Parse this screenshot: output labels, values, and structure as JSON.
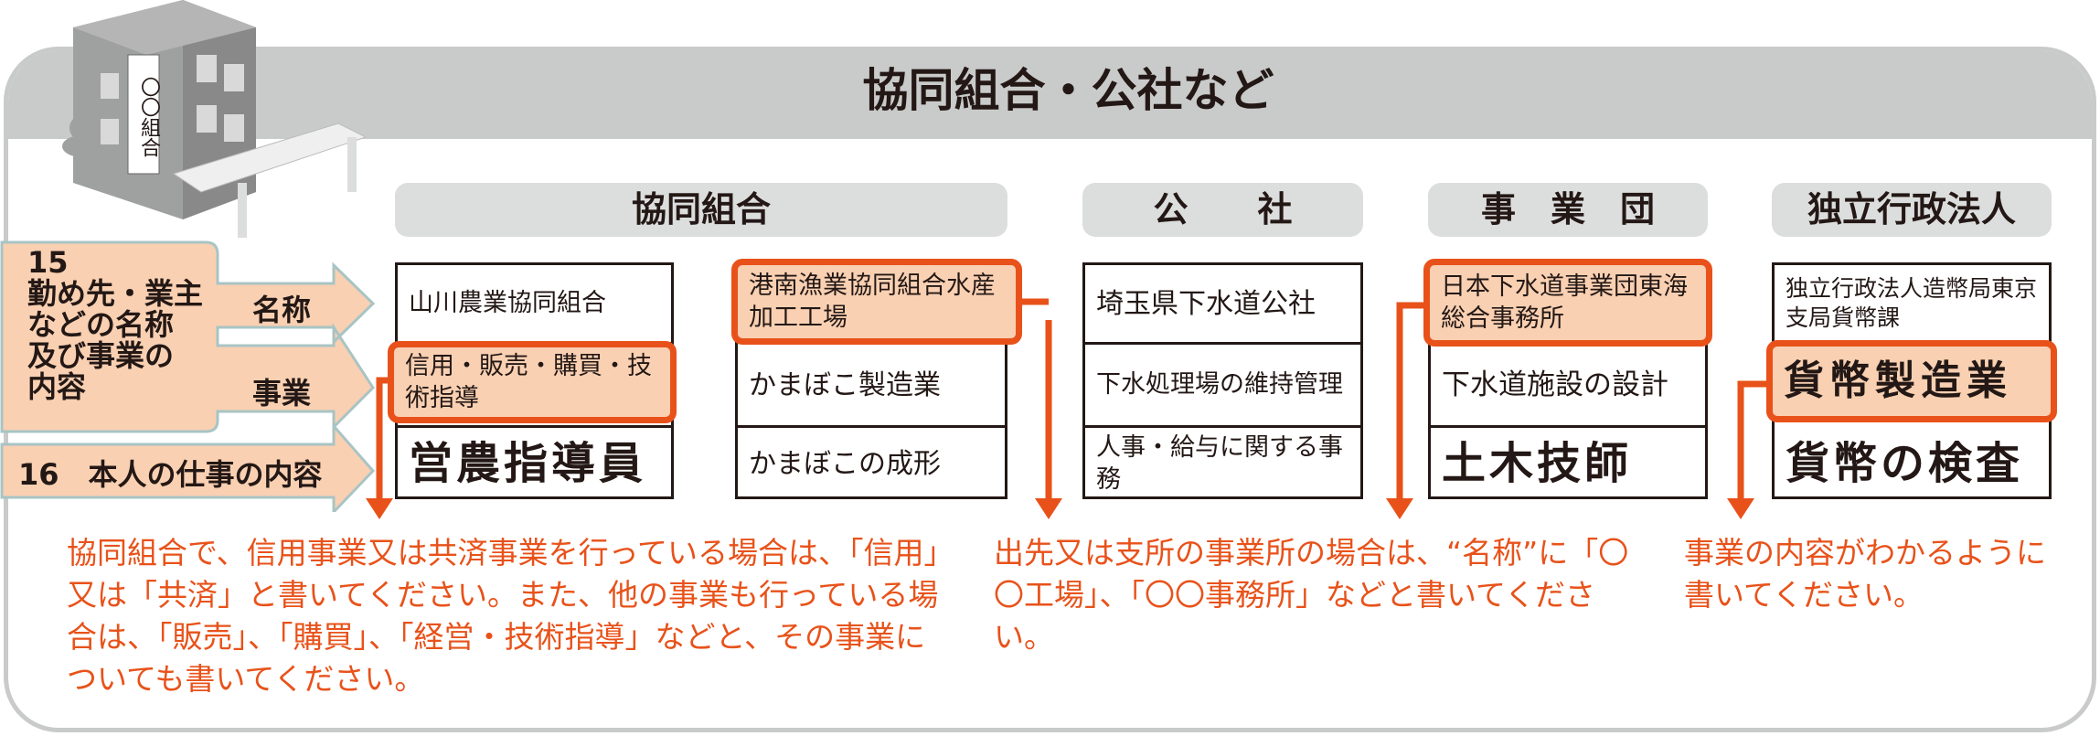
{
  "title": "協同組合・公社など",
  "building_sign": "〇〇組合",
  "left_labels": {
    "q15": "15\n勤め先・業主\nなどの名称\n及び事業の\n内容",
    "name_arrow": "名称",
    "business_arrow": "事業",
    "q16": "16　本人の仕事の内容"
  },
  "sections": [
    {
      "header": "協同組合"
    },
    {
      "header": "公　　社"
    },
    {
      "header": "事　業　団"
    },
    {
      "header": "独立行政法人"
    }
  ],
  "examples": [
    {
      "name": "山川農業協同組合",
      "business": "信用・販売・購買・技術指導",
      "job": "営農指導員"
    },
    {
      "name": "港南漁業協同組合水産加工工場",
      "business": "かまぼこ製造業",
      "job": "かまぼこの成形"
    },
    {
      "name": "埼玉県下水道公社",
      "business": "下水処理場の維持管理",
      "job": "人事・給与に関する事務"
    },
    {
      "name": "日本下水道事業団東海総合事務所",
      "business": "下水道施設の設計",
      "job": "土木技師"
    },
    {
      "name": "独立行政法人造幣局東京支局貨幣課",
      "business": "貨幣製造業",
      "job": "貨幣の検査"
    }
  ],
  "notes": [
    "協同組合で、信用事業又は共済事業を行っている場合は、「信用」又は「共済」と書いてください。また、他の事業も行っている場合は、「販売」、「購買」、「経営・技術指導」などと、その事業についても書いてください。",
    "出先又は支所の事業所の場合は、“名称”に「〇〇工場」、「〇〇事務所」などと書いてください。",
    "事業の内容がわかるように書いてください。"
  ],
  "colors": {
    "accent": "#e8521a",
    "highlight": "#f9d0b2",
    "band": "#c9caca"
  }
}
